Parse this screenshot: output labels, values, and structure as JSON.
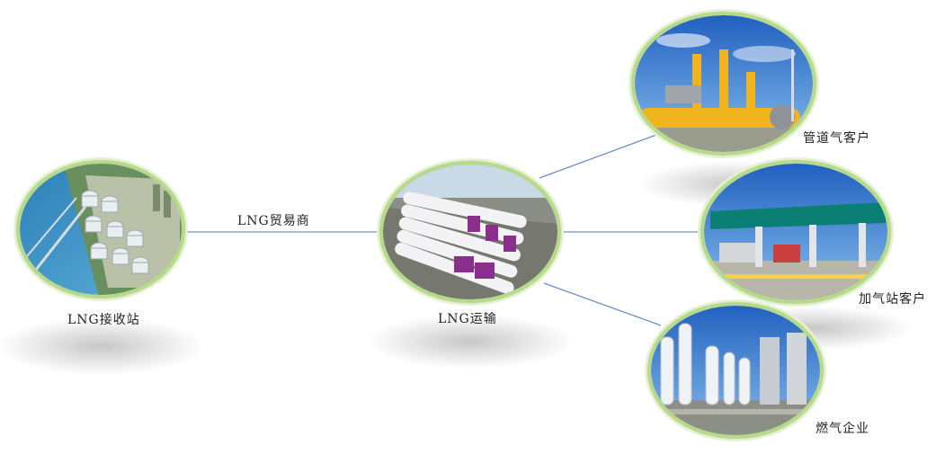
{
  "nodes": {
    "terminal": {
      "label": "LNG接收站"
    },
    "transport": {
      "label": "LNG运输"
    },
    "pipeline": {
      "label": "管道气客户"
    },
    "station": {
      "label": "加气站客户"
    },
    "gas_company": {
      "label": "燃气企业"
    }
  },
  "edges": {
    "trader": {
      "label": "LNG贸易商"
    }
  },
  "colors": {
    "ring_green": "#b7d98a",
    "link_blue": "#6f8fc6",
    "sky_blue": "#3a7fd0",
    "pipe_yellow": "#f2b41e",
    "truck_purple": "#8a2f8c",
    "station_green": "#0b7f74"
  }
}
